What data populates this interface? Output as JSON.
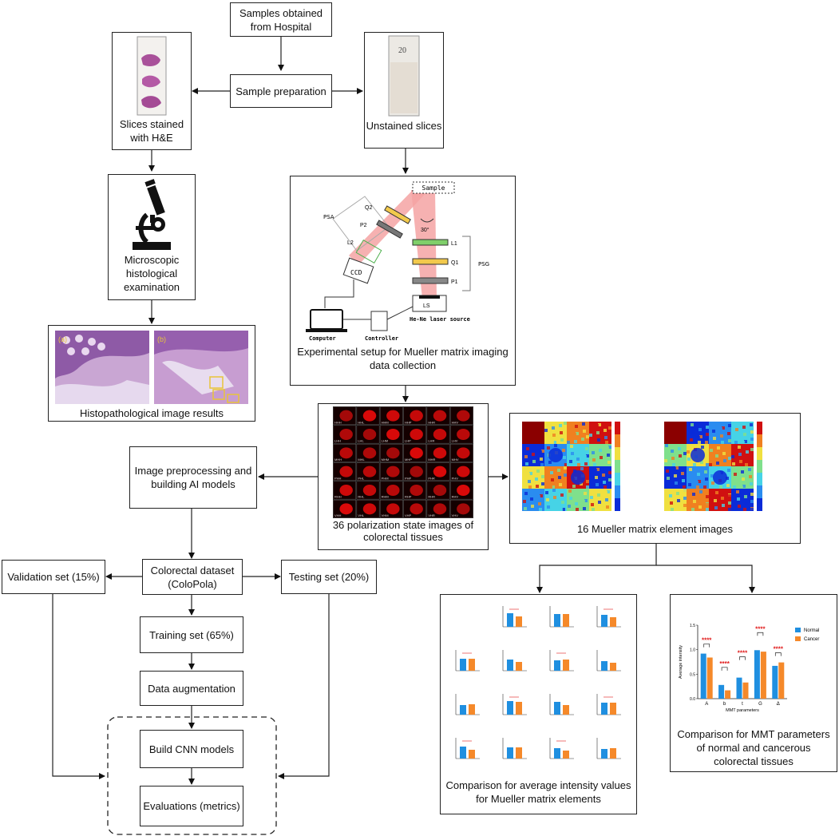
{
  "nodes": {
    "samples": "Samples obtained from Hospital",
    "sample_prep": "Sample preparation",
    "stained": "Slices stained with H&E",
    "unstained": "Unstained slices",
    "microscopic": "Microscopic histological examination",
    "histo_results": "Histopathological image results",
    "setup": "Experimental setup for Mueller matrix imaging data collection",
    "polar36": "36 polarization state images of colorectal tissues",
    "mm16": "16 Mueller matrix element images",
    "preprocess": "Image preprocessing and building AI models",
    "dataset": "Colorectal dataset (ColoPola)",
    "validation": "Validation set (15%)",
    "testing": "Testing set (20%)",
    "training": "Training set (65%)",
    "augmentation": "Data augmentation",
    "build_cnn": "Build CNN models",
    "evaluations": "Evaluations (metrics)",
    "avg_intensity": "Comparison for average intensity values for Mueller matrix elements",
    "mmt_compare": "Comparison for MMT parameters of normal and cancerous colorectal tissues"
  },
  "slide_label_unstained": "20",
  "setup_labels": {
    "sample": "Sample",
    "angle": "30°",
    "psa": "PSA",
    "psg": "PSG",
    "q2": "Q2",
    "p2": "P2",
    "l2": "L2",
    "l1": "L1",
    "q1": "Q1",
    "p1": "P1",
    "ccd": "CCD",
    "ls": "LS",
    "computer": "Computer",
    "controller": "Controller",
    "laser": "He-Ne laser source"
  },
  "histo_panel_labels": [
    "(a)",
    "(b)"
  ],
  "polar_grid": {
    "rows": [
      "HH",
      "LH",
      "MH",
      "PH",
      "RH",
      "VH"
    ],
    "cols": [
      "H",
      "L",
      "M",
      "P",
      "R",
      "V"
    ]
  },
  "mmt_chart": {
    "legend": [
      "Normal",
      "Cancer"
    ],
    "ylabel": "Average intensity",
    "xlabel": "MMT parameters",
    "significance": "****"
  },
  "chart_data": {
    "type": "bar",
    "categories": [
      "A",
      "b",
      "t",
      "G",
      "Δ"
    ],
    "series": [
      {
        "name": "Normal",
        "values": [
          0.92,
          0.28,
          0.43,
          0.99,
          0.67
        ]
      },
      {
        "name": "Cancer",
        "values": [
          0.84,
          0.17,
          0.33,
          0.96,
          0.74
        ]
      }
    ],
    "xlabel": "MMT parameters",
    "ylabel": "Average intensity",
    "ylim": [
      0,
      1.5
    ],
    "yticks": [
      "0.0",
      "0.5",
      "1.0",
      "1.5"
    ]
  },
  "colors": {
    "normal": "#1f8fe0",
    "cancer": "#f5892a",
    "he_stain": "#b06ab4",
    "significance": "#e01818",
    "laser": "#f4a3a3"
  }
}
